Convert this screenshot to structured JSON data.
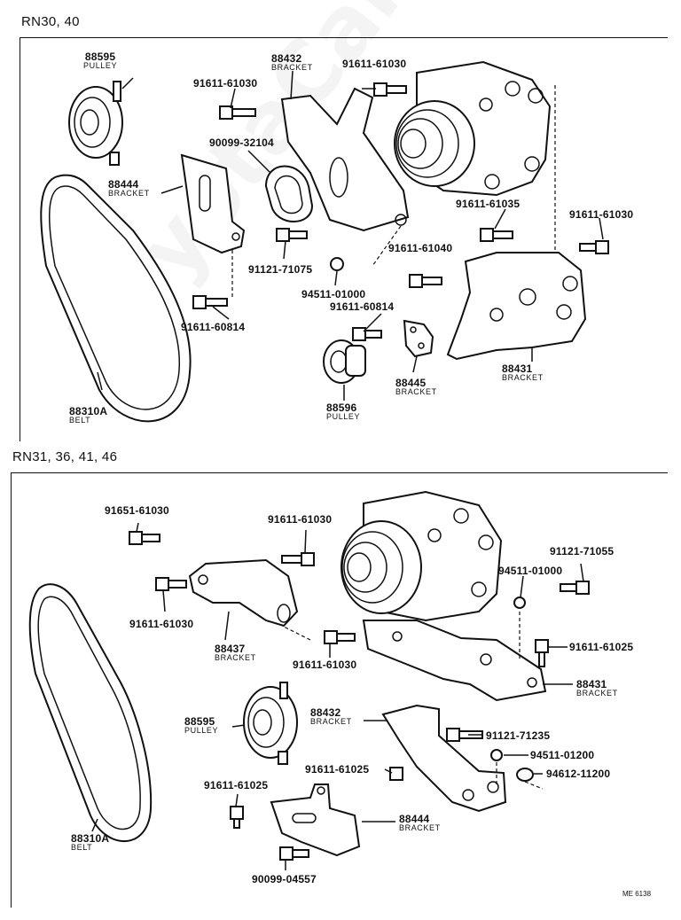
{
  "watermark": "ToyotaCarParts.ru",
  "footer_code": "ME 6138",
  "sections": [
    {
      "title": "RN30, 40",
      "labels": [
        {
          "part": "88595",
          "name": "PULLEY"
        },
        {
          "part": "91611-61030"
        },
        {
          "part": "88432",
          "name": "BRACKET"
        },
        {
          "part": "91611-61030"
        },
        {
          "part": "90099-32104"
        },
        {
          "part": "88444",
          "name": "BRACKET"
        },
        {
          "part": "91611-61035"
        },
        {
          "part": "91611-61030"
        },
        {
          "part": "91611-61040"
        },
        {
          "part": "91121-71075"
        },
        {
          "part": "94511-01000"
        },
        {
          "part": "91611-60814"
        },
        {
          "part": "91611-60814"
        },
        {
          "part": "88431",
          "name": "BRACKET"
        },
        {
          "part": "88445",
          "name": "BRACKET"
        },
        {
          "part": "88596",
          "name": "PULLEY"
        },
        {
          "part": "88310A",
          "name": "BELT"
        }
      ]
    },
    {
      "title": "RN31, 36, 41, 46",
      "labels": [
        {
          "part": "91651-61030"
        },
        {
          "part": "91611-61030"
        },
        {
          "part": "91121-71055"
        },
        {
          "part": "94511-01000"
        },
        {
          "part": "91611-61030"
        },
        {
          "part": "88437",
          "name": "BRACKET"
        },
        {
          "part": "91611-61025"
        },
        {
          "part": "91611-61030"
        },
        {
          "part": "88431",
          "name": "BRACKET"
        },
        {
          "part": "88595",
          "name": "PULLEY"
        },
        {
          "part": "88432",
          "name": "BRACKET"
        },
        {
          "part": "91121-71235"
        },
        {
          "part": "94511-01200"
        },
        {
          "part": "91611-61025"
        },
        {
          "part": "94612-11200"
        },
        {
          "part": "91611-61025"
        },
        {
          "part": "88444",
          "name": "BRACKET"
        },
        {
          "part": "88310A",
          "name": "BELT"
        },
        {
          "part": "90099-04557"
        }
      ]
    }
  ]
}
